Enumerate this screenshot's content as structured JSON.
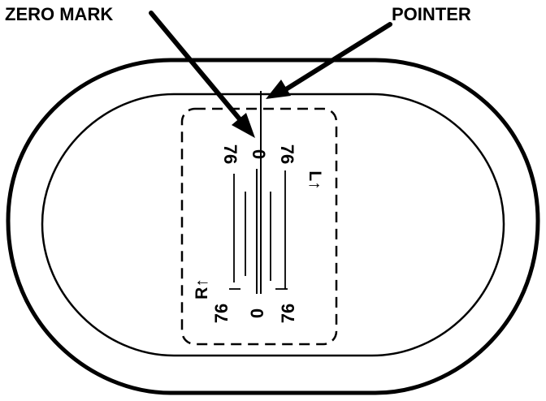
{
  "callouts": {
    "zero_mark": "ZERO MARK",
    "pointer": "POINTER"
  },
  "scale": {
    "left_value": "76",
    "zero_value": "0",
    "right_value": "76",
    "direction_right": "R↑",
    "direction_left": "L↑"
  },
  "colors": {
    "ink": "#000000",
    "background": "#ffffff"
  }
}
